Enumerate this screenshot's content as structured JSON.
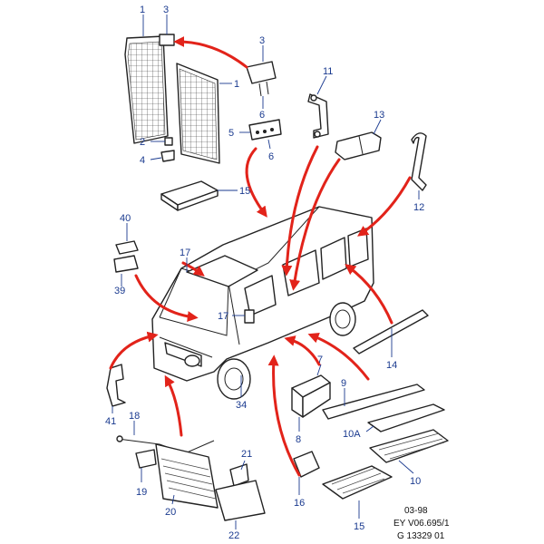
{
  "colors": {
    "accent_arrow": "#e2231a",
    "callout_text": "#1a3a8f",
    "line_art": "#222222"
  },
  "callouts": {
    "c1a": "1",
    "c1b": "1",
    "c3a": "3",
    "c3b": "3",
    "c2": "2",
    "c4": "4",
    "c5": "5",
    "c6a": "6",
    "c6b": "6",
    "c11": "11",
    "c13": "13",
    "c12": "12",
    "c15a": "15",
    "c40": "40",
    "c17a": "17",
    "c39": "39",
    "c17b": "17",
    "c41": "41",
    "c34": "34",
    "c7": "7",
    "c9": "9",
    "c14": "14",
    "c10A": "10A",
    "c8": "8",
    "c10": "10",
    "c18": "18",
    "c19": "19",
    "c20": "20",
    "c21": "21",
    "c22": "22",
    "c16": "16",
    "c15b": "15"
  },
  "footer": {
    "date": "03-98",
    "ref1": "EY V06.695/1",
    "ref2": "G 13329 01"
  }
}
